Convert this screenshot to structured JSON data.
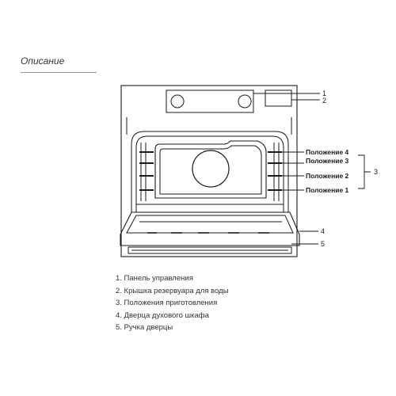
{
  "section_title": "Описание",
  "callouts": {
    "c1": "1",
    "c2": "2",
    "c3": "3",
    "c4": "4",
    "c5": "5"
  },
  "positions": {
    "p4": "Положение 4",
    "p3": "Положение 3",
    "p2": "Положение 2",
    "p1": "Положение 1"
  },
  "legend": [
    "1. Панель управления",
    "2. Крышка резервуара для воды",
    "3. Положения приготовления",
    "4. Дверца духового шкафа",
    "5. Ручка дверцы"
  ]
}
